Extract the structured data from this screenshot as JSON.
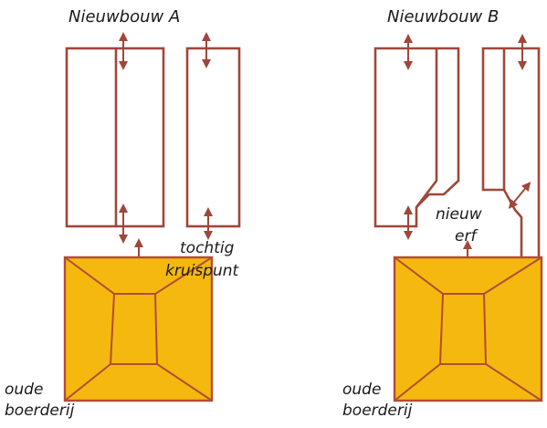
{
  "left": {
    "title": "Nieuwbouw A",
    "label_wind": "tochtig",
    "label_wind2": "kruispunt",
    "label_old1": "oude",
    "label_old2": "boerderij"
  },
  "right": {
    "title": "Nieuwbouw B",
    "label_yard1": "nieuw",
    "label_yard2": "erf",
    "label_old1": "oude",
    "label_old2": "boerderij"
  },
  "colors": {
    "wall": "#a0463a",
    "roof": "#f5b80e"
  }
}
